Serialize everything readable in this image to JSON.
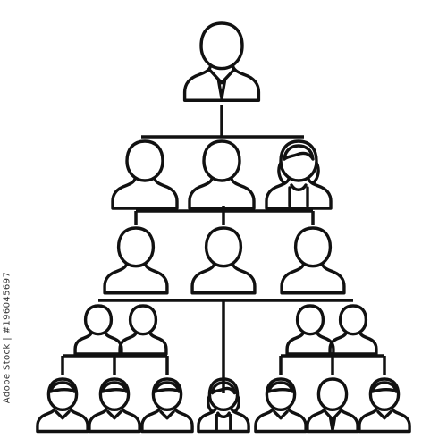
{
  "diagram": {
    "kind": "organizational hierarchy",
    "levels": [
      {
        "level": 1,
        "count": 1,
        "variants": [
          "man-tie"
        ]
      },
      {
        "level": 2,
        "count": 3,
        "variants": [
          "person",
          "person",
          "woman"
        ]
      },
      {
        "level": 3,
        "count": 3,
        "variants": [
          "person",
          "person",
          "person"
        ]
      },
      {
        "level": 4,
        "count": 4,
        "variants": [
          "person",
          "person",
          "person",
          "person"
        ]
      },
      {
        "level": 5,
        "count": 7,
        "variants": [
          "man-hair",
          "man-hair",
          "man-hair",
          "woman",
          "man-hair",
          "man-tie",
          "man-hair"
        ]
      }
    ],
    "stroke_color": "#111111",
    "background": "#ffffff",
    "icon_name": "person-icon"
  },
  "side_text": "Adobe Stock | #196045697"
}
